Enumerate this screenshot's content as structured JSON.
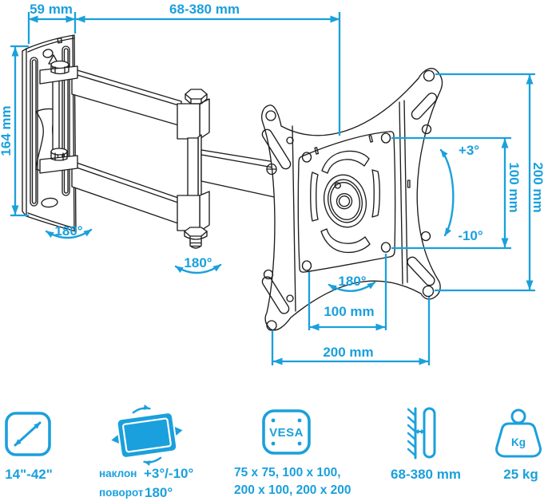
{
  "accent": "#1aa0dc",
  "ink": "#1d1d1d",
  "diagram": {
    "dims": {
      "arm_depth": "59 mm",
      "extension_range": "68-380 mm",
      "wall_plate_height": "164 mm",
      "vesa_height_100": "100 mm",
      "vesa_height_200": "200 mm",
      "vesa_width_100": "100 mm",
      "vesa_width_200": "200 mm"
    },
    "angles": {
      "swivel_wall": "180°",
      "swivel_elbow": "180°",
      "swivel_plate": "180°",
      "tilt_up": "+3°",
      "tilt_down": "-10°"
    }
  },
  "specs": {
    "screen_size": {
      "label": "14\"-42\""
    },
    "tilt": {
      "name": "наклон",
      "value": "+3°/-10°"
    },
    "swivel": {
      "name": "поворот",
      "value": "180°"
    },
    "vesa": {
      "badge": "VESA",
      "line1": "75 x 75, 100 x 100,",
      "line2": "200 x 100, 200 x 200"
    },
    "wall_distance": {
      "label": "68-380 mm"
    },
    "max_weight": {
      "badge": "Kg",
      "label": "25 kg"
    }
  }
}
